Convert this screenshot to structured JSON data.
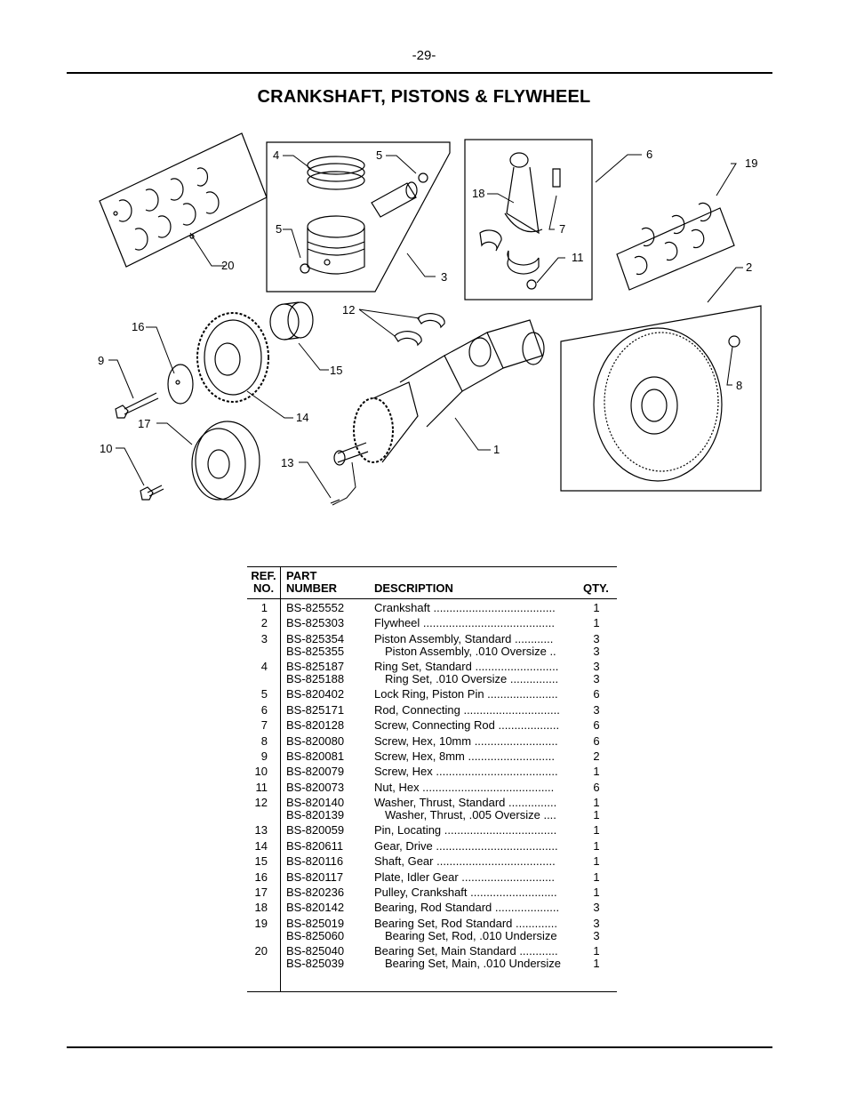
{
  "page_number": "-29-",
  "title": "CRANKSHAFT, PISTONS & FLYWHEEL",
  "diagram_callouts": [
    "1",
    "2",
    "3",
    "4",
    "5",
    "5",
    "6",
    "7",
    "8",
    "9",
    "10",
    "11",
    "12",
    "13",
    "14",
    "15",
    "16",
    "17",
    "18",
    "19",
    "20"
  ],
  "table": {
    "headers": {
      "ref_line1": "REF.",
      "ref_line2": "NO.",
      "part_line1": "PART",
      "part_line2": "NUMBER",
      "description": "DESCRIPTION",
      "qty": "QTY."
    },
    "rows": [
      {
        "ref": "1",
        "lines": [
          {
            "pn": "BS-825552",
            "desc": "Crankshaft ......................................",
            "qty": "1"
          }
        ]
      },
      {
        "ref": "2",
        "lines": [
          {
            "pn": "BS-825303",
            "desc": "Flywheel .........................................",
            "qty": "1"
          }
        ]
      },
      {
        "ref": "3",
        "lines": [
          {
            "pn": "BS-825354",
            "desc": "Piston Assembly, Standard ............",
            "qty": "3"
          },
          {
            "pn": "BS-825355",
            "desc": "Piston Assembly, .010 Oversize ..",
            "qty": "3",
            "sub": true
          }
        ]
      },
      {
        "ref": "4",
        "lines": [
          {
            "pn": "BS-825187",
            "desc": "Ring Set, Standard ..........................",
            "qty": "3"
          },
          {
            "pn": "BS-825188",
            "desc": "Ring Set, .010 Oversize ...............",
            "qty": "3",
            "sub": true
          }
        ]
      },
      {
        "ref": "5",
        "lines": [
          {
            "pn": "BS-820402",
            "desc": "Lock Ring, Piston Pin ......................",
            "qty": "6"
          }
        ]
      },
      {
        "ref": "6",
        "lines": [
          {
            "pn": "BS-825171",
            "desc": "Rod, Connecting ..............................",
            "qty": "3"
          }
        ]
      },
      {
        "ref": "7",
        "lines": [
          {
            "pn": "BS-820128",
            "desc": "Screw, Connecting Rod ...................",
            "qty": "6"
          }
        ]
      },
      {
        "ref": "8",
        "lines": [
          {
            "pn": "BS-820080",
            "desc": "Screw, Hex, 10mm ..........................",
            "qty": "6"
          }
        ]
      },
      {
        "ref": "9",
        "lines": [
          {
            "pn": "BS-820081",
            "desc": "Screw, Hex, 8mm ...........................",
            "qty": "2"
          }
        ]
      },
      {
        "ref": "10",
        "lines": [
          {
            "pn": "BS-820079",
            "desc": "Screw, Hex ......................................",
            "qty": "1"
          }
        ]
      },
      {
        "ref": "11",
        "lines": [
          {
            "pn": "BS-820073",
            "desc": "Nut, Hex .........................................",
            "qty": "6"
          }
        ]
      },
      {
        "ref": "12",
        "lines": [
          {
            "pn": "BS-820140",
            "desc": "Washer, Thrust, Standard ...............",
            "qty": "1"
          },
          {
            "pn": "BS-820139",
            "desc": "Washer, Thrust, .005 Oversize ....",
            "qty": "1",
            "sub": true
          }
        ]
      },
      {
        "ref": "13",
        "lines": [
          {
            "pn": "BS-820059",
            "desc": "Pin, Locating ...................................",
            "qty": "1"
          }
        ]
      },
      {
        "ref": "14",
        "lines": [
          {
            "pn": "BS-820611",
            "desc": "Gear, Drive ......................................",
            "qty": "1"
          }
        ]
      },
      {
        "ref": "15",
        "lines": [
          {
            "pn": "BS-820116",
            "desc": "Shaft, Gear .....................................",
            "qty": "1"
          }
        ]
      },
      {
        "ref": "16",
        "lines": [
          {
            "pn": "BS-820117",
            "desc": "Plate, Idler Gear .............................",
            "qty": "1"
          }
        ]
      },
      {
        "ref": "17",
        "lines": [
          {
            "pn": "BS-820236",
            "desc": "Pulley, Crankshaft ...........................",
            "qty": "1"
          }
        ]
      },
      {
        "ref": "18",
        "lines": [
          {
            "pn": "BS-820142",
            "desc": "Bearing, Rod Standard ....................",
            "qty": "3"
          }
        ]
      },
      {
        "ref": "19",
        "lines": [
          {
            "pn": "BS-825019",
            "desc": "Bearing Set, Rod Standard .............",
            "qty": "3"
          },
          {
            "pn": "BS-825060",
            "desc": "Bearing Set, Rod, .010 Undersize",
            "qty": "3",
            "sub": true
          }
        ]
      },
      {
        "ref": "20",
        "lines": [
          {
            "pn": "BS-825040",
            "desc": "Bearing Set, Main Standard ............",
            "qty": "1"
          },
          {
            "pn": "BS-825039",
            "desc": "Bearing Set, Main, .010 Undersize",
            "qty": "1",
            "sub": true
          }
        ]
      }
    ]
  }
}
